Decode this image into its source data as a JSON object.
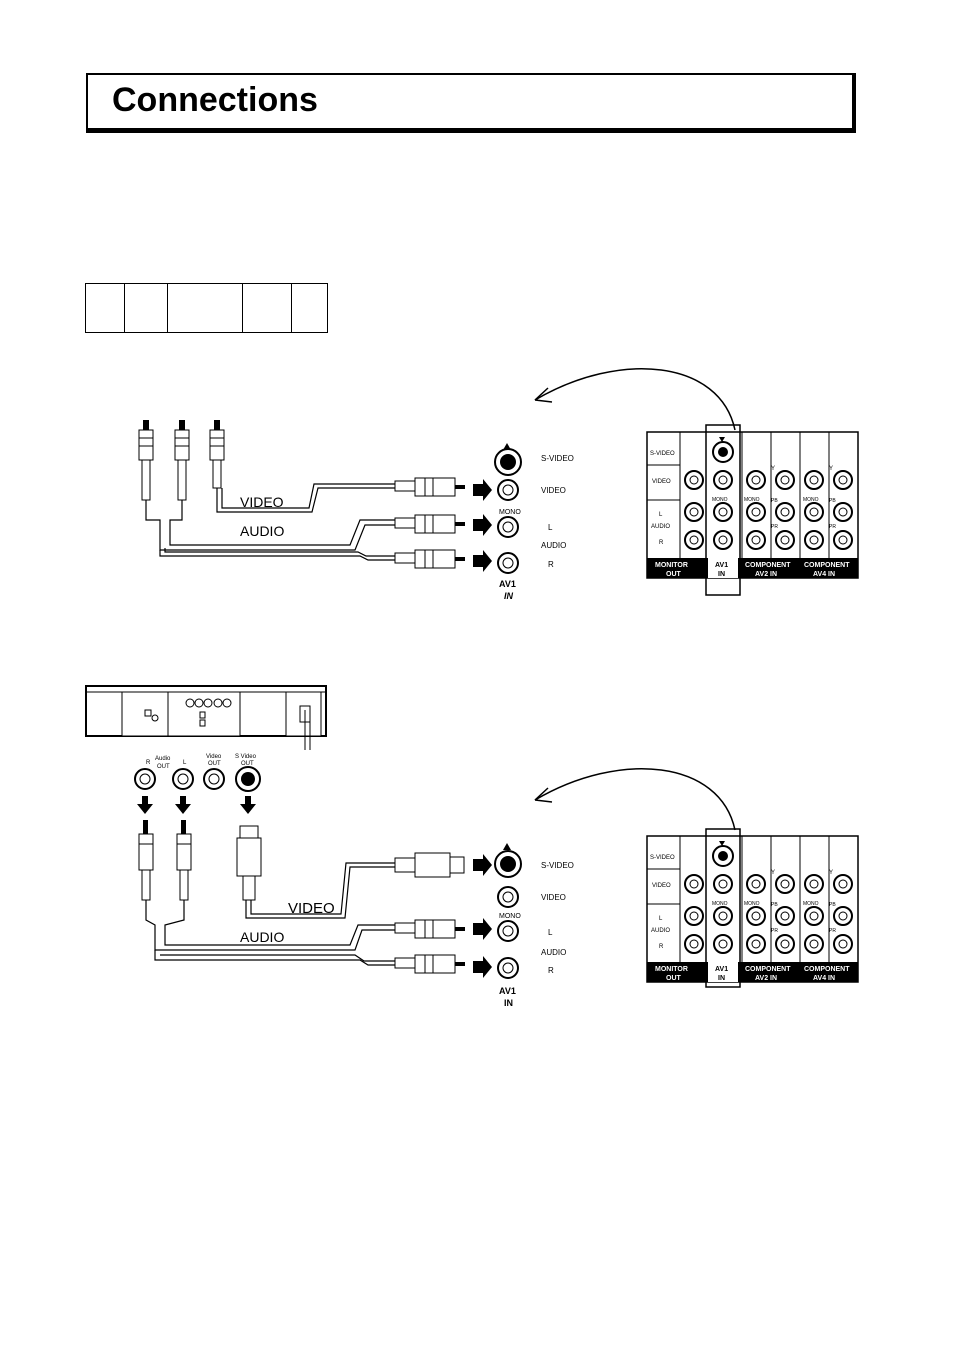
{
  "page": {
    "title": "Connections"
  },
  "diagram1": {
    "cable_video": "VIDEO",
    "cable_audio": "AUDIO",
    "jacks": {
      "svideo": "S-VIDEO",
      "video": "VIDEO",
      "mono": "MONO",
      "l": "L",
      "audio": "AUDIO",
      "r": "R",
      "av1": "AV1",
      "in": "IN"
    },
    "panel": {
      "row_svideo": "S-VIDEO",
      "row_video": "VIDEO",
      "row_l": "L",
      "row_audio": "AUDIO",
      "row_r": "R",
      "mono": "MONO",
      "y": "Y",
      "pb": "PB",
      "pr": "PR",
      "monitor": "MONITOR",
      "out": "OUT",
      "av1": "AV1",
      "in": "IN",
      "component": "COMPONENT",
      "av2in": "AV2 IN",
      "av4in": "AV4 IN"
    }
  },
  "diagram2": {
    "vcr": {
      "audio": "Audio",
      "out": "OUT",
      "r": "R",
      "l": "L",
      "video_out_1": "Video",
      "video_out_2": "OUT",
      "svideo_out_1": "S Video",
      "svideo_out_2": "OUT"
    },
    "cable_video": "VIDEO",
    "cable_audio": "AUDIO",
    "jacks": {
      "svideo": "S-VIDEO",
      "video": "VIDEO",
      "mono": "MONO",
      "l": "L",
      "audio": "AUDIO",
      "r": "R",
      "av1": "AV1",
      "in": "IN"
    },
    "panel": {
      "row_svideo": "S-VIDEO",
      "row_video": "VIDEO",
      "row_l": "L",
      "row_audio": "AUDIO",
      "row_r": "R",
      "mono": "MONO",
      "y": "Y",
      "pb": "PB",
      "pr": "PR",
      "monitor": "MONITOR",
      "out": "OUT",
      "av1": "AV1",
      "in": "IN",
      "component": "COMPONENT",
      "av2in": "AV2 IN",
      "av4in": "AV4 IN"
    }
  }
}
